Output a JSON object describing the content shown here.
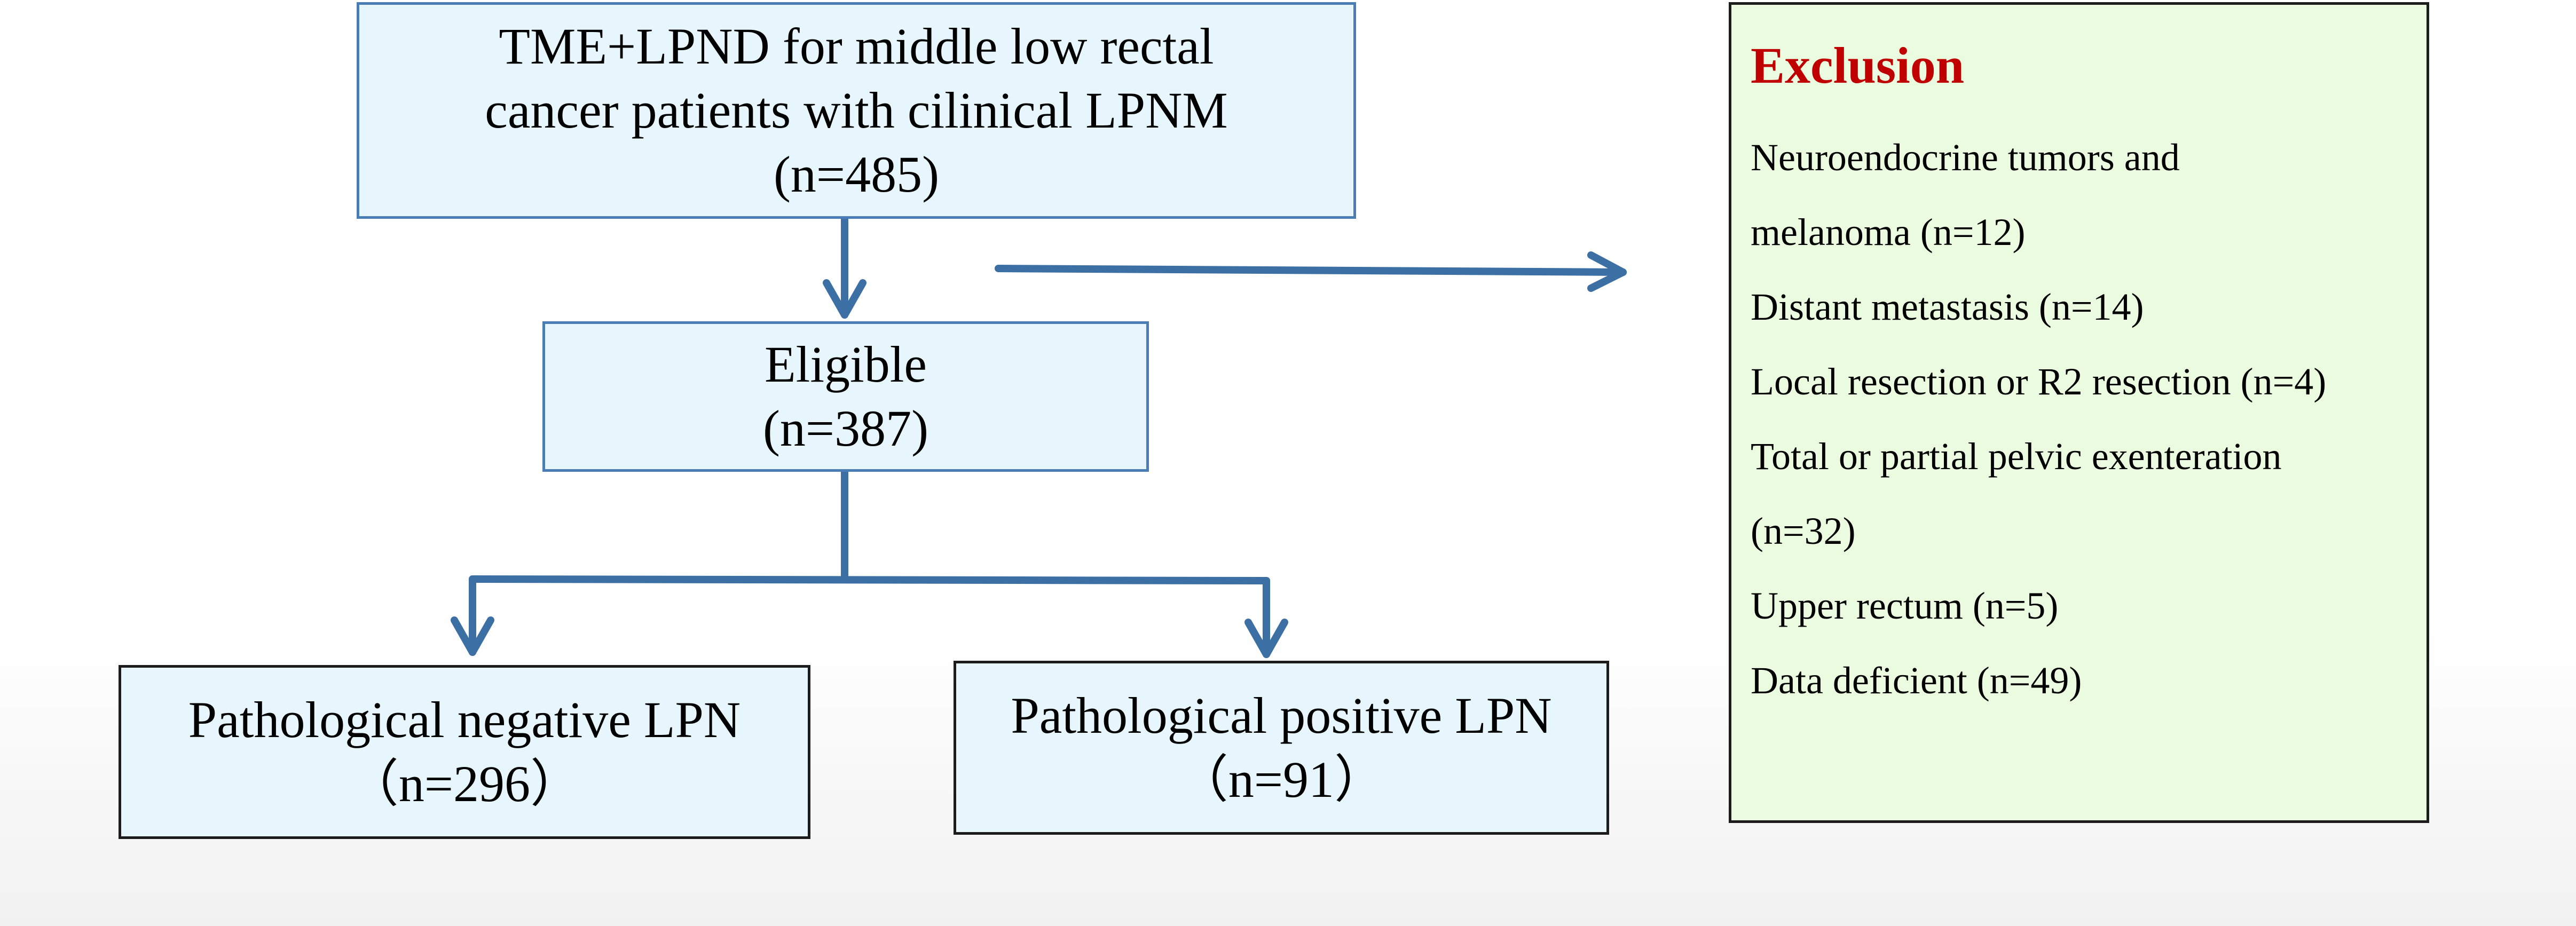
{
  "colors": {
    "box_fill_blue": "#e7f5fc",
    "box_fill_green": "#ebfbe0",
    "box_border_blue": "#4a7db5",
    "box_border_dark": "#1c1c1c",
    "arrow": "#3c6fa4",
    "exclusion_title": "#c00000"
  },
  "nodes": {
    "top": {
      "line1": "TME+LPND for middle low rectal",
      "line2": "cancer patients with  cilinical LPNM",
      "line3": "(n=485)"
    },
    "eligible": {
      "line1": "Eligible",
      "line2": "(n=387)"
    },
    "negative": {
      "line1": "Pathological negative LPN",
      "line2": "（n=296）"
    },
    "positive": {
      "line1": "Pathological positive LPN",
      "line2": "（n=91）"
    }
  },
  "exclusion": {
    "title": "Exclusion",
    "lines": [
      "Neuroendocrine tumors and",
      "melanoma (n=12)",
      "Distant metastasis (n=14)",
      "Local resection or R2 resection (n=4)",
      "Total or partial pelvic exenteration",
      "(n=32)",
      "Upper rectum (n=5)",
      "Data deficient (n=49)"
    ]
  }
}
